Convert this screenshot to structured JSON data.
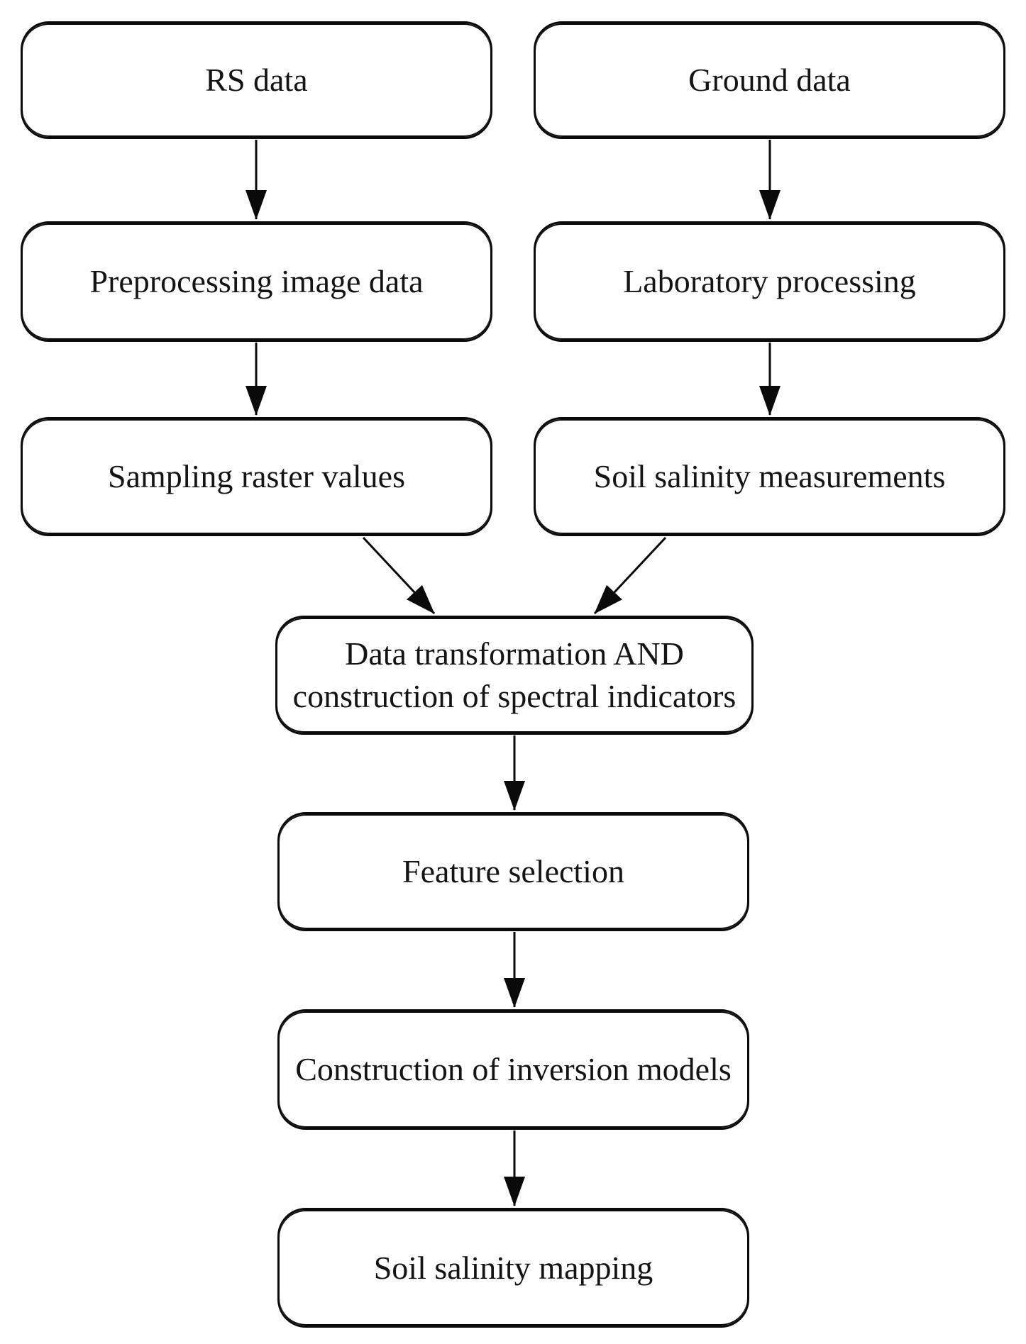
{
  "diagram": {
    "type": "flowchart",
    "colors": {
      "background": "#ffffff",
      "box_fill": "#ffffff",
      "stroke": "#0a0a0a",
      "text": "#141414"
    },
    "nodes": [
      {
        "id": "rs-data",
        "label": "RS data"
      },
      {
        "id": "ground-data",
        "label": "Ground data"
      },
      {
        "id": "preprocessing",
        "label": "Preprocessing image data"
      },
      {
        "id": "laboratory",
        "label": "Laboratory processing"
      },
      {
        "id": "sampling",
        "label": "Sampling raster values"
      },
      {
        "id": "soil-measurements",
        "label": "Soil salinity measurements"
      },
      {
        "id": "transformation",
        "label": "Data transformation AND construction of spectral indicators"
      },
      {
        "id": "feature-selection",
        "label": "Feature selection"
      },
      {
        "id": "inversion-models",
        "label": "Construction of inversion models"
      },
      {
        "id": "soil-mapping",
        "label": "Soil salinity mapping"
      }
    ],
    "edges": [
      {
        "from": "rs-data",
        "to": "preprocessing"
      },
      {
        "from": "ground-data",
        "to": "laboratory"
      },
      {
        "from": "preprocessing",
        "to": "sampling"
      },
      {
        "from": "laboratory",
        "to": "soil-measurements"
      },
      {
        "from": "sampling",
        "to": "transformation"
      },
      {
        "from": "soil-measurements",
        "to": "transformation"
      },
      {
        "from": "transformation",
        "to": "feature-selection"
      },
      {
        "from": "feature-selection",
        "to": "inversion-models"
      },
      {
        "from": "inversion-models",
        "to": "soil-mapping"
      }
    ]
  }
}
